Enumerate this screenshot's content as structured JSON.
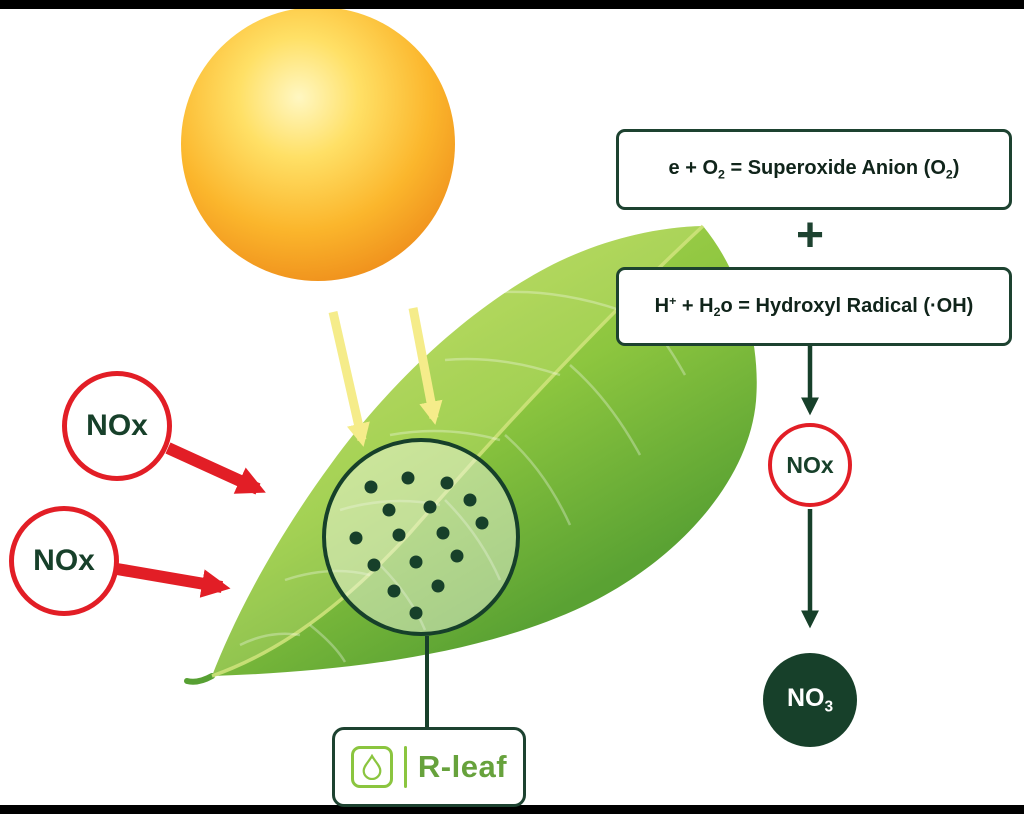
{
  "diagram": {
    "reaction_boxes": {
      "superoxide": {
        "part1": "e + O",
        "sub1": "2",
        "part2": " = Superoxide Anion (O",
        "sub2": "2",
        "part3": ")"
      },
      "plus_sign": "+",
      "hydroxyl": {
        "part1": "H",
        "sup1": "+",
        "part2": " + H",
        "sub1": "2",
        "part3": "o = Hydroxyl Radical (·OH)"
      }
    },
    "molecules": {
      "nox_left_top": "NOx",
      "nox_left_bottom": "NOx",
      "nox_right": "NOx",
      "no3_base": "NO",
      "no3_sub": "3"
    },
    "brand": {
      "name": "R-leaf"
    },
    "icons": {
      "brand_icon": "leaf-droplet-icon",
      "sun": "sun",
      "leaf": "leaf"
    },
    "colors": {
      "dark_green": "#17402a",
      "red": "#e21e26",
      "leaf_green": "#8dc63f",
      "brand_green": "#67a23c",
      "sun_orange": "#f7a823"
    }
  }
}
